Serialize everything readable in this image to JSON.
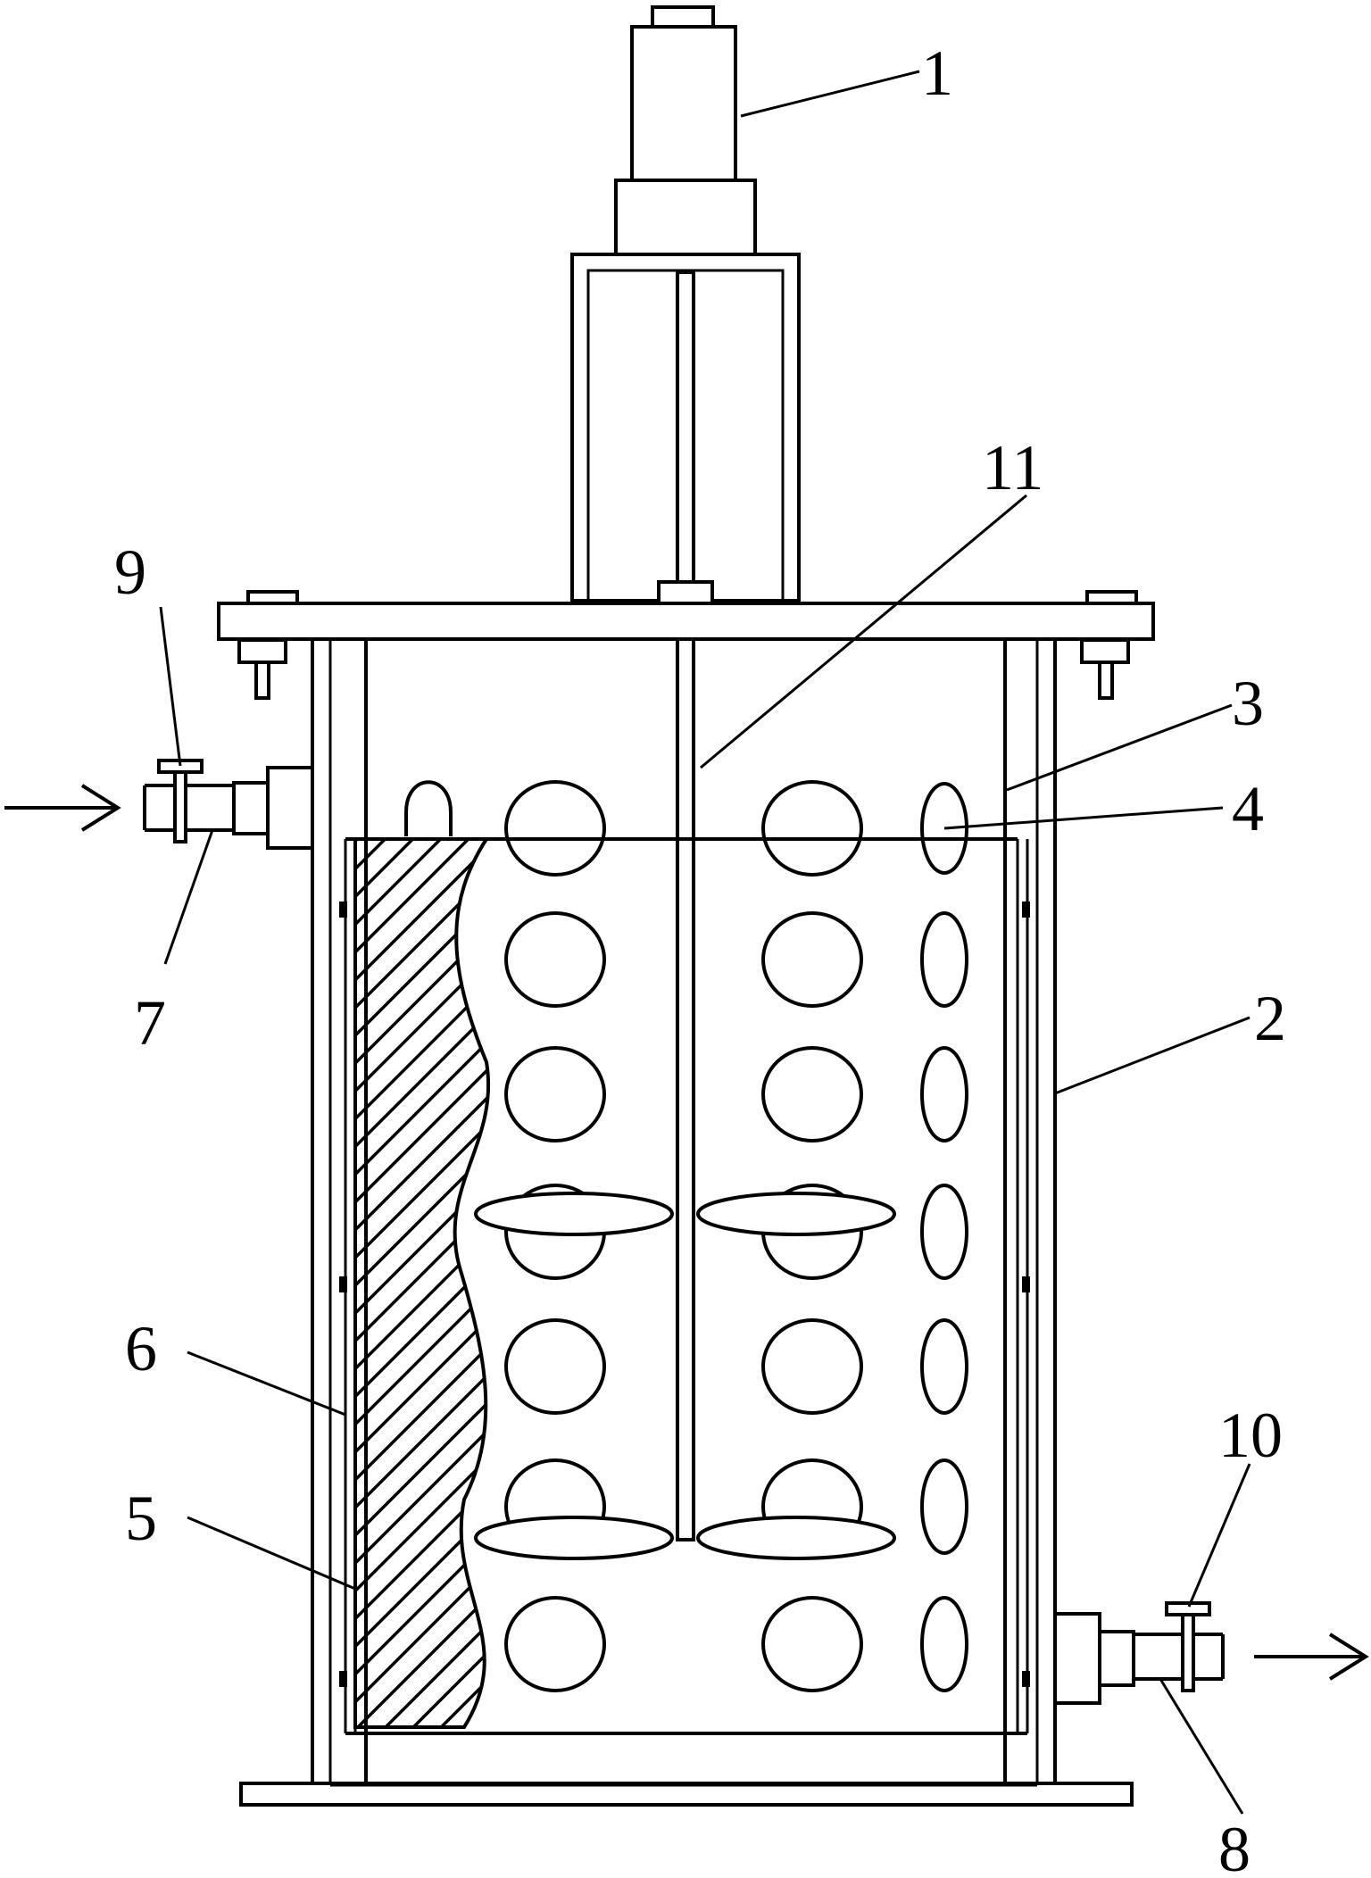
{
  "diagram": {
    "labels": {
      "motor": "1",
      "outer_cylinder": "2",
      "inner_cylinder": "3",
      "through_hole": "4",
      "filter_layer": "5",
      "sleeve": "6",
      "inlet_pipe": "7",
      "outlet_pipe": "8",
      "inlet_valve": "9",
      "outlet_valve": "10",
      "stirring_shaft": "11"
    }
  }
}
